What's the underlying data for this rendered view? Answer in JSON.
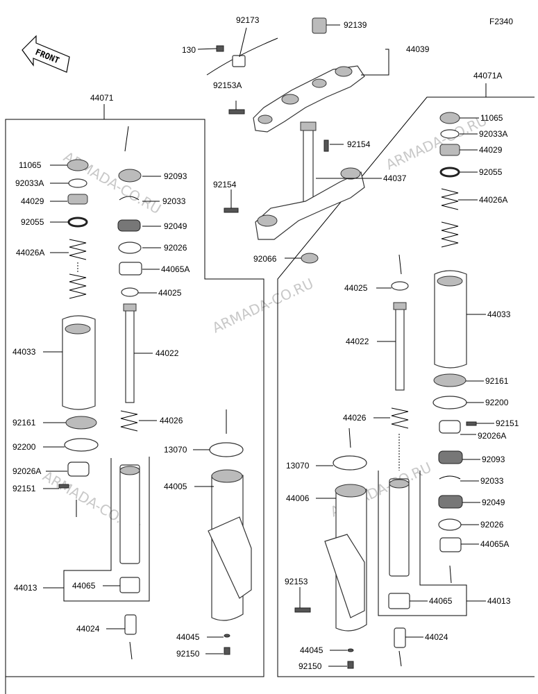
{
  "figure_code": "F2340",
  "front_label": "FRONT",
  "watermark": "ARMADA-CO.RU",
  "left_assembly": {
    "code": "44071",
    "parts": [
      "11065",
      "92033A",
      "44029",
      "92055",
      "44026A",
      "44033",
      "92161",
      "92200",
      "92026A",
      "92151",
      "92093",
      "92033",
      "92049",
      "92026",
      "44065A",
      "44025",
      "44022",
      "44026",
      "44013",
      "44065",
      "44024",
      "13070",
      "44005",
      "44045",
      "92150"
    ]
  },
  "right_assembly": {
    "code": "44071A",
    "parts": [
      "11065",
      "92033A",
      "44029",
      "92055",
      "44026A",
      "44033",
      "92161",
      "92200",
      "92151",
      "92026A",
      "92093",
      "92033",
      "92049",
      "92026",
      "44065A",
      "44025",
      "44022",
      "44026",
      "13070",
      "44006",
      "44065",
      "44013",
      "44024",
      "92153",
      "44045",
      "92150"
    ]
  },
  "top_parts": [
    "92173",
    "130",
    "92139",
    "44039",
    "92153A",
    "92154",
    "92154",
    "44037",
    "92066"
  ]
}
